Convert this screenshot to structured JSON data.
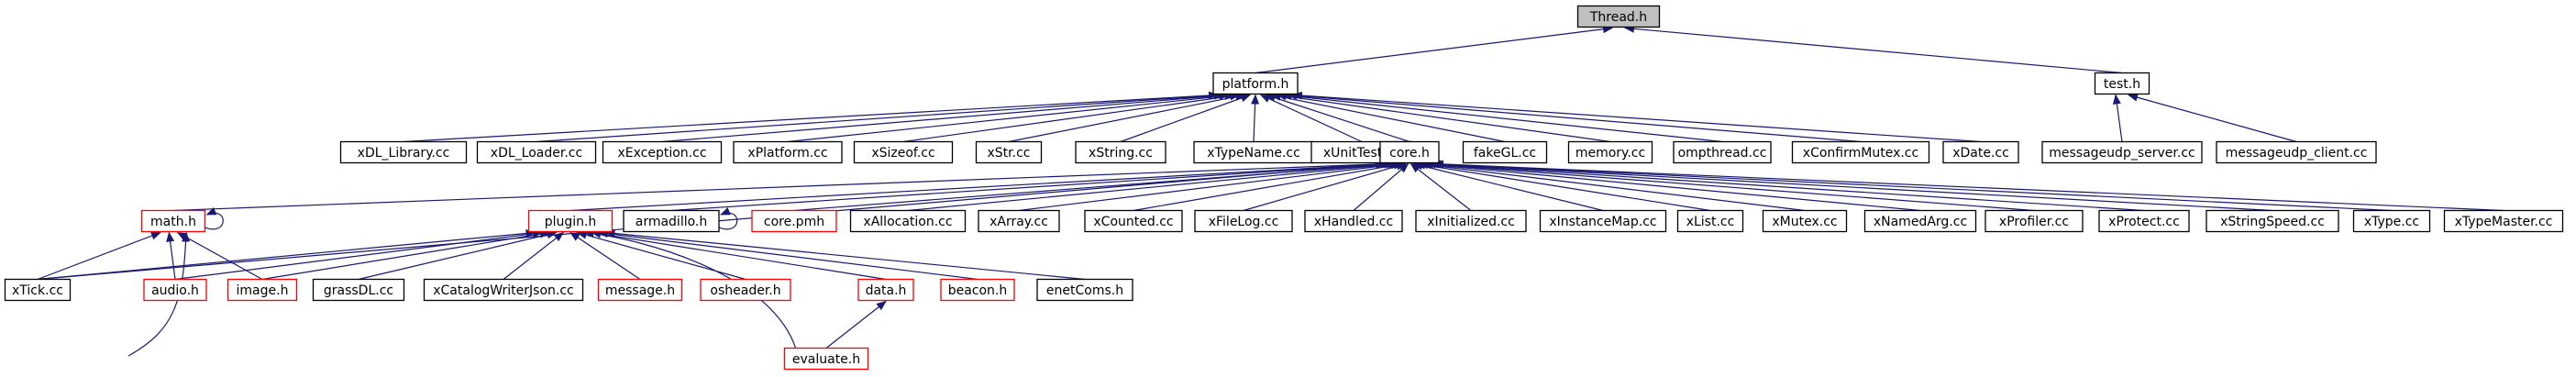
{
  "graph": {
    "colors": {
      "edge": "#191970",
      "border_normal": "#000000",
      "border_truncated": "#ff0000",
      "root_fill": "#bfbfbf",
      "node_fill": "#ffffff"
    },
    "nodes": [
      {
        "id": "thread",
        "label": "Thread.h",
        "root": true
      },
      {
        "id": "platform",
        "label": "platform.h"
      },
      {
        "id": "test",
        "label": "test.h"
      },
      {
        "id": "xdl_library",
        "label": "xDL_Library.cc"
      },
      {
        "id": "xdl_loader",
        "label": "xDL_Loader.cc"
      },
      {
        "id": "xexception",
        "label": "xException.cc"
      },
      {
        "id": "xplatform",
        "label": "xPlatform.cc"
      },
      {
        "id": "xsizeof",
        "label": "xSizeof.cc"
      },
      {
        "id": "xstr",
        "label": "xStr.cc"
      },
      {
        "id": "xstring",
        "label": "xString.cc"
      },
      {
        "id": "xtypename",
        "label": "xTypeName.cc"
      },
      {
        "id": "xunittest",
        "label": "xUnitTest.cc"
      },
      {
        "id": "core",
        "label": "core.h"
      },
      {
        "id": "fakegl",
        "label": "fakeGL.cc"
      },
      {
        "id": "memory",
        "label": "memory.cc"
      },
      {
        "id": "ompthread",
        "label": "ompthread.cc"
      },
      {
        "id": "xconfirmmutex",
        "label": "xConfirmMutex.cc"
      },
      {
        "id": "xdate",
        "label": "xDate.cc"
      },
      {
        "id": "msgserver",
        "label": "messageudp_server.cc"
      },
      {
        "id": "msgclient",
        "label": "messageudp_client.cc"
      },
      {
        "id": "math",
        "label": "math.h",
        "truncated": true
      },
      {
        "id": "plugin",
        "label": "plugin.h",
        "truncated": true
      },
      {
        "id": "armadillo",
        "label": "armadillo.h"
      },
      {
        "id": "corepmh",
        "label": "core.pmh",
        "truncated": true
      },
      {
        "id": "xallocation",
        "label": "xAllocation.cc"
      },
      {
        "id": "xarray",
        "label": "xArray.cc"
      },
      {
        "id": "xcounted",
        "label": "xCounted.cc"
      },
      {
        "id": "xfilelog",
        "label": "xFileLog.cc"
      },
      {
        "id": "xhandled",
        "label": "xHandled.cc"
      },
      {
        "id": "xinitialized",
        "label": "xInitialized.cc"
      },
      {
        "id": "xinstancemap",
        "label": "xInstanceMap.cc"
      },
      {
        "id": "xlist",
        "label": "xList.cc"
      },
      {
        "id": "xmutex",
        "label": "xMutex.cc"
      },
      {
        "id": "xnamedarg",
        "label": "xNamedArg.cc"
      },
      {
        "id": "xprofiler",
        "label": "xProfiler.cc"
      },
      {
        "id": "xprotect",
        "label": "xProtect.cc"
      },
      {
        "id": "xstringspeed",
        "label": "xStringSpeed.cc"
      },
      {
        "id": "xtype",
        "label": "xType.cc"
      },
      {
        "id": "xtypemaster",
        "label": "xTypeMaster.cc"
      },
      {
        "id": "xtick",
        "label": "xTick.cc"
      },
      {
        "id": "audio",
        "label": "audio.h",
        "truncated": true
      },
      {
        "id": "image",
        "label": "image.h",
        "truncated": true
      },
      {
        "id": "grassdl",
        "label": "grassDL.cc"
      },
      {
        "id": "xcatalog",
        "label": "xCatalogWriterJson.cc"
      },
      {
        "id": "message",
        "label": "message.h",
        "truncated": true
      },
      {
        "id": "osheader",
        "label": "osheader.h",
        "truncated": true
      },
      {
        "id": "data",
        "label": "data.h",
        "truncated": true
      },
      {
        "id": "beacon",
        "label": "beacon.h",
        "truncated": true
      },
      {
        "id": "enetcoms",
        "label": "enetComs.h"
      },
      {
        "id": "evaluate",
        "label": "evaluate.h",
        "truncated": true
      }
    ],
    "edges": [
      [
        "platform",
        "thread"
      ],
      [
        "test",
        "thread"
      ],
      [
        "xdl_library",
        "platform"
      ],
      [
        "xdl_loader",
        "platform"
      ],
      [
        "xexception",
        "platform"
      ],
      [
        "xplatform",
        "platform"
      ],
      [
        "xsizeof",
        "platform"
      ],
      [
        "xstr",
        "platform"
      ],
      [
        "xstring",
        "platform"
      ],
      [
        "xtypename",
        "platform"
      ],
      [
        "xunittest",
        "platform"
      ],
      [
        "core",
        "platform"
      ],
      [
        "fakegl",
        "platform"
      ],
      [
        "memory",
        "platform"
      ],
      [
        "ompthread",
        "platform"
      ],
      [
        "xconfirmmutex",
        "platform"
      ],
      [
        "xdate",
        "platform"
      ],
      [
        "msgserver",
        "test"
      ],
      [
        "msgclient",
        "test"
      ],
      [
        "math",
        "core"
      ],
      [
        "plugin",
        "core"
      ],
      [
        "armadillo",
        "core"
      ],
      [
        "corepmh",
        "core"
      ],
      [
        "xallocation",
        "core"
      ],
      [
        "xarray",
        "core"
      ],
      [
        "xcounted",
        "core"
      ],
      [
        "xfilelog",
        "core"
      ],
      [
        "xhandled",
        "core"
      ],
      [
        "xinitialized",
        "core"
      ],
      [
        "xinstancemap",
        "core"
      ],
      [
        "xlist",
        "core"
      ],
      [
        "xmutex",
        "core"
      ],
      [
        "xnamedarg",
        "core"
      ],
      [
        "xprofiler",
        "core"
      ],
      [
        "xprotect",
        "core"
      ],
      [
        "xstringspeed",
        "core"
      ],
      [
        "xtype",
        "core"
      ],
      [
        "xtypemaster",
        "core"
      ],
      [
        "xtick",
        "core"
      ],
      [
        "math",
        "math"
      ],
      [
        "armadillo",
        "armadillo"
      ],
      [
        "xtick",
        "math"
      ],
      [
        "audio",
        "math"
      ],
      [
        "image",
        "math"
      ],
      [
        "evaluate",
        "math"
      ],
      [
        "xtick",
        "plugin"
      ],
      [
        "audio",
        "plugin"
      ],
      [
        "image",
        "plugin"
      ],
      [
        "grassdl",
        "plugin"
      ],
      [
        "xcatalog",
        "plugin"
      ],
      [
        "message",
        "plugin"
      ],
      [
        "osheader",
        "plugin"
      ],
      [
        "data",
        "plugin"
      ],
      [
        "beacon",
        "plugin"
      ],
      [
        "enetcoms",
        "plugin"
      ],
      [
        "evaluate",
        "plugin"
      ],
      [
        "evaluate",
        "data"
      ]
    ]
  }
}
